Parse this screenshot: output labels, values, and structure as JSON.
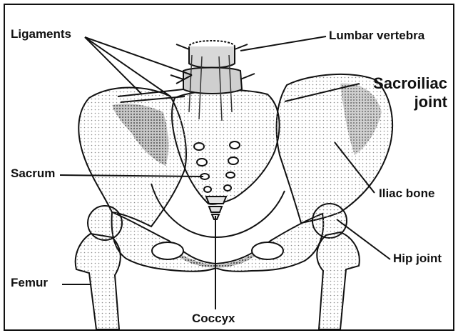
{
  "labels": {
    "ligaments": "Ligaments",
    "lumbar_vertebra": "Lumbar vertebra",
    "sacroiliac_joint_line1": "Sacroiliac",
    "sacroiliac_joint_line2": "joint",
    "sacrum": "Sacrum",
    "iliac_bone": "Iliac bone",
    "hip_joint": "Hip joint",
    "femur": "Femur",
    "coccyx": "Coccyx"
  },
  "colors": {
    "ink": "#111111",
    "stipple": "#8a8a8a",
    "shade": "#555555",
    "background": "#ffffff"
  }
}
